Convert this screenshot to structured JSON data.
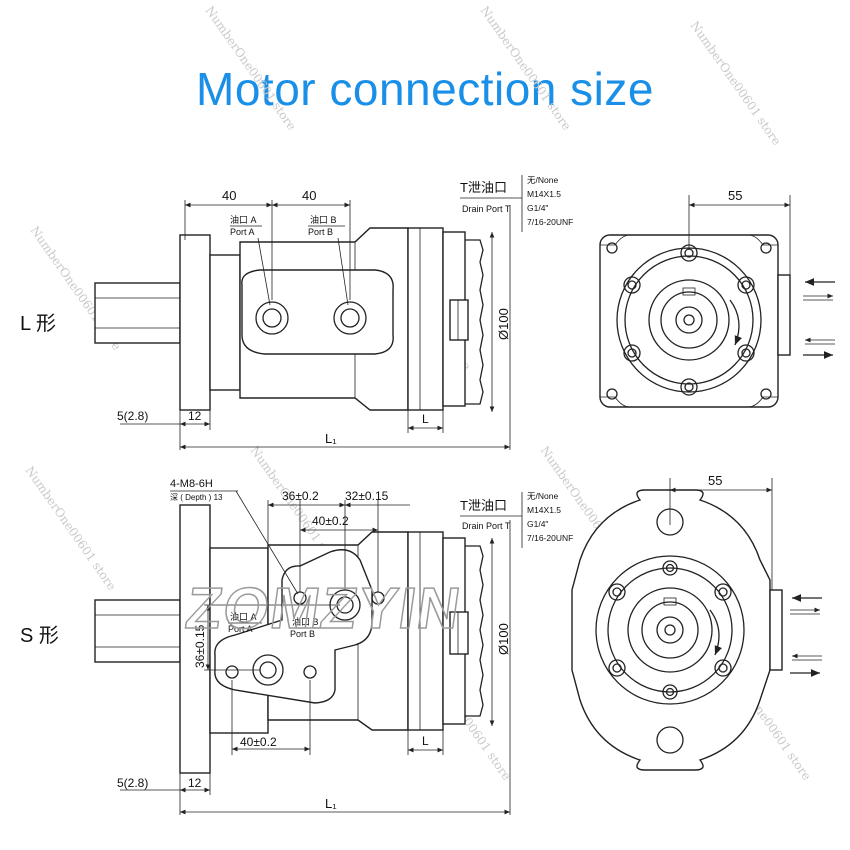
{
  "title": "Motor connection size",
  "watermark": "NumberOne00601 store",
  "logo_text": "ZOMZYIN",
  "drain_labels": {
    "port_cn": "T泄油口",
    "port_en": "Drain Port T",
    "options": [
      "无/None",
      "M14X1.5",
      "G1/4\"",
      "7/16-20UNF"
    ]
  },
  "l_type": {
    "label": "L 形",
    "dim_40_a": "40",
    "dim_40_b": "40",
    "dim_55": "55",
    "port_a_cn": "油口 A",
    "port_a_en": "Port  A",
    "port_b_cn": "油口 B",
    "port_b_en": "Port  B",
    "dia": "Ø100",
    "dim_5": "5(2.8)",
    "dim_12": "12",
    "dim_L": "L",
    "dim_L1": "L₁"
  },
  "s_type": {
    "label": "S 形",
    "thread": "4-M8-6H",
    "depth": "深 ( Depth ) 13",
    "dim_36a": "36±0.2",
    "dim_32": "32±0.15",
    "dim_40a": "40±0.2",
    "dim_36b": "36±0.15",
    "dim_40b": "40±0.2",
    "dim_55": "55",
    "port_a_cn": "油口 A",
    "port_a_en": "Port  A",
    "port_b_cn": "油口 B",
    "port_b_en": "Port  B",
    "dia": "Ø100",
    "dim_5": "5(2.8)",
    "dim_12": "12",
    "dim_L": "L",
    "dim_L1": "L₁"
  }
}
